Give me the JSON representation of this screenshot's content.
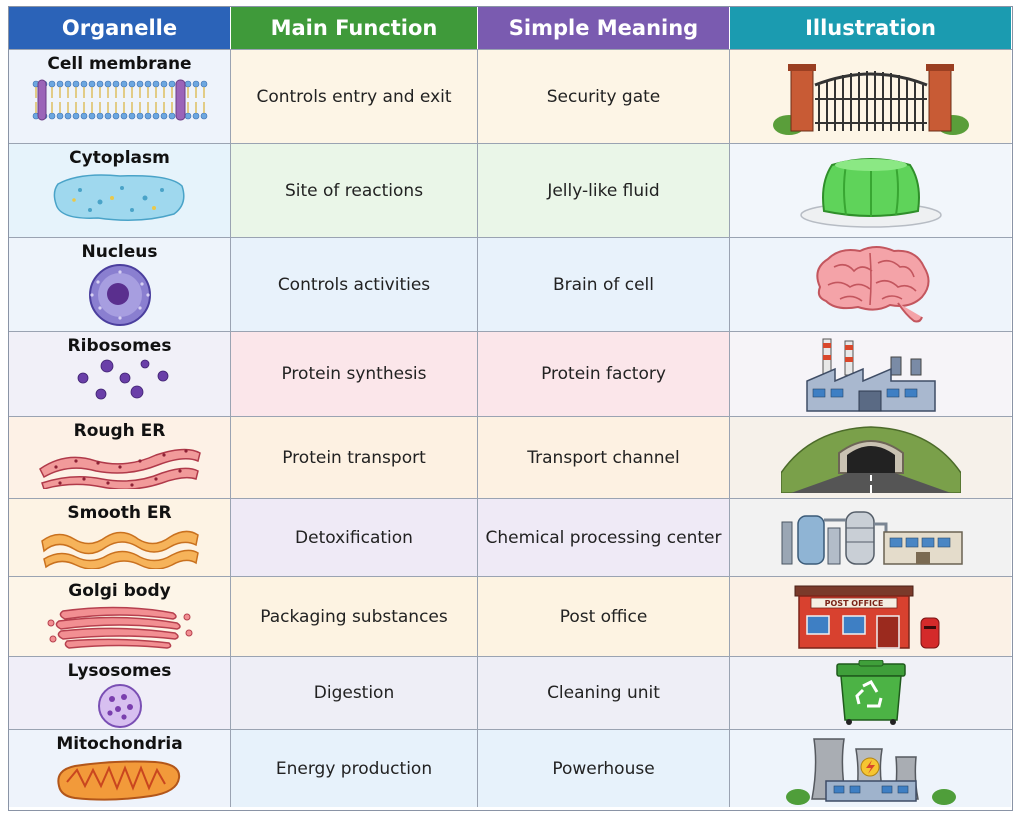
{
  "headers": {
    "organelle": "Organelle",
    "function": "Main Function",
    "meaning": "Simple Meaning",
    "illustration": "Illustration"
  },
  "header_colors": [
    "#2b63b8",
    "#3f9a3a",
    "#7a5bb0",
    "#1b9bb0"
  ],
  "rows": [
    {
      "organelle": "Cell membrane",
      "function": "Controls entry and exit",
      "meaning": "Security gate",
      "icon": "membrane-icon",
      "illustration": "gate-illustration",
      "tint": "#eef3fb"
    },
    {
      "organelle": "Cytoplasm",
      "function": "Site of reactions",
      "meaning": "Jelly-like fluid",
      "icon": "cytoplasm-icon",
      "illustration": "jelly-illustration",
      "tint": "#eaf6f0"
    },
    {
      "organelle": "Nucleus",
      "function": "Controls activities",
      "meaning": "Brain of cell",
      "icon": "nucleus-icon",
      "illustration": "brain-illustration",
      "tint": "#e9f2fb"
    },
    {
      "organelle": "Ribosomes",
      "function": "Protein synthesis",
      "meaning": "Protein factory",
      "icon": "ribosomes-icon",
      "illustration": "factory-illustration",
      "tint": "#fbecef"
    },
    {
      "organelle": "Rough ER",
      "function": "Protein transport",
      "meaning": "Transport channel",
      "icon": "rough-er-icon",
      "illustration": "tunnel-illustration",
      "tint": "#fdf3e6"
    },
    {
      "organelle": "Smooth ER",
      "function": "Detoxification",
      "meaning": "Chemical processing center",
      "icon": "smooth-er-icon",
      "illustration": "chemical-plant-illustration",
      "tint": "#f1eef8"
    },
    {
      "organelle": "Golgi body",
      "function": "Packaging substances",
      "meaning": "Post office",
      "icon": "golgi-icon",
      "illustration": "post-office-illustration",
      "tint": "#fdf4e6"
    },
    {
      "organelle": "Lysosomes",
      "function": "Digestion",
      "meaning": "Cleaning unit",
      "icon": "lysosome-icon",
      "illustration": "recycle-bin-illustration",
      "tint": "#eef0f7"
    },
    {
      "organelle": "Mitochondria",
      "function": "Energy production",
      "meaning": "Powerhouse",
      "icon": "mitochondria-icon",
      "illustration": "power-plant-illustration",
      "tint": "#eaf3fb"
    }
  ],
  "illustration_text": {
    "post_office_sign": "POST OFFICE"
  }
}
